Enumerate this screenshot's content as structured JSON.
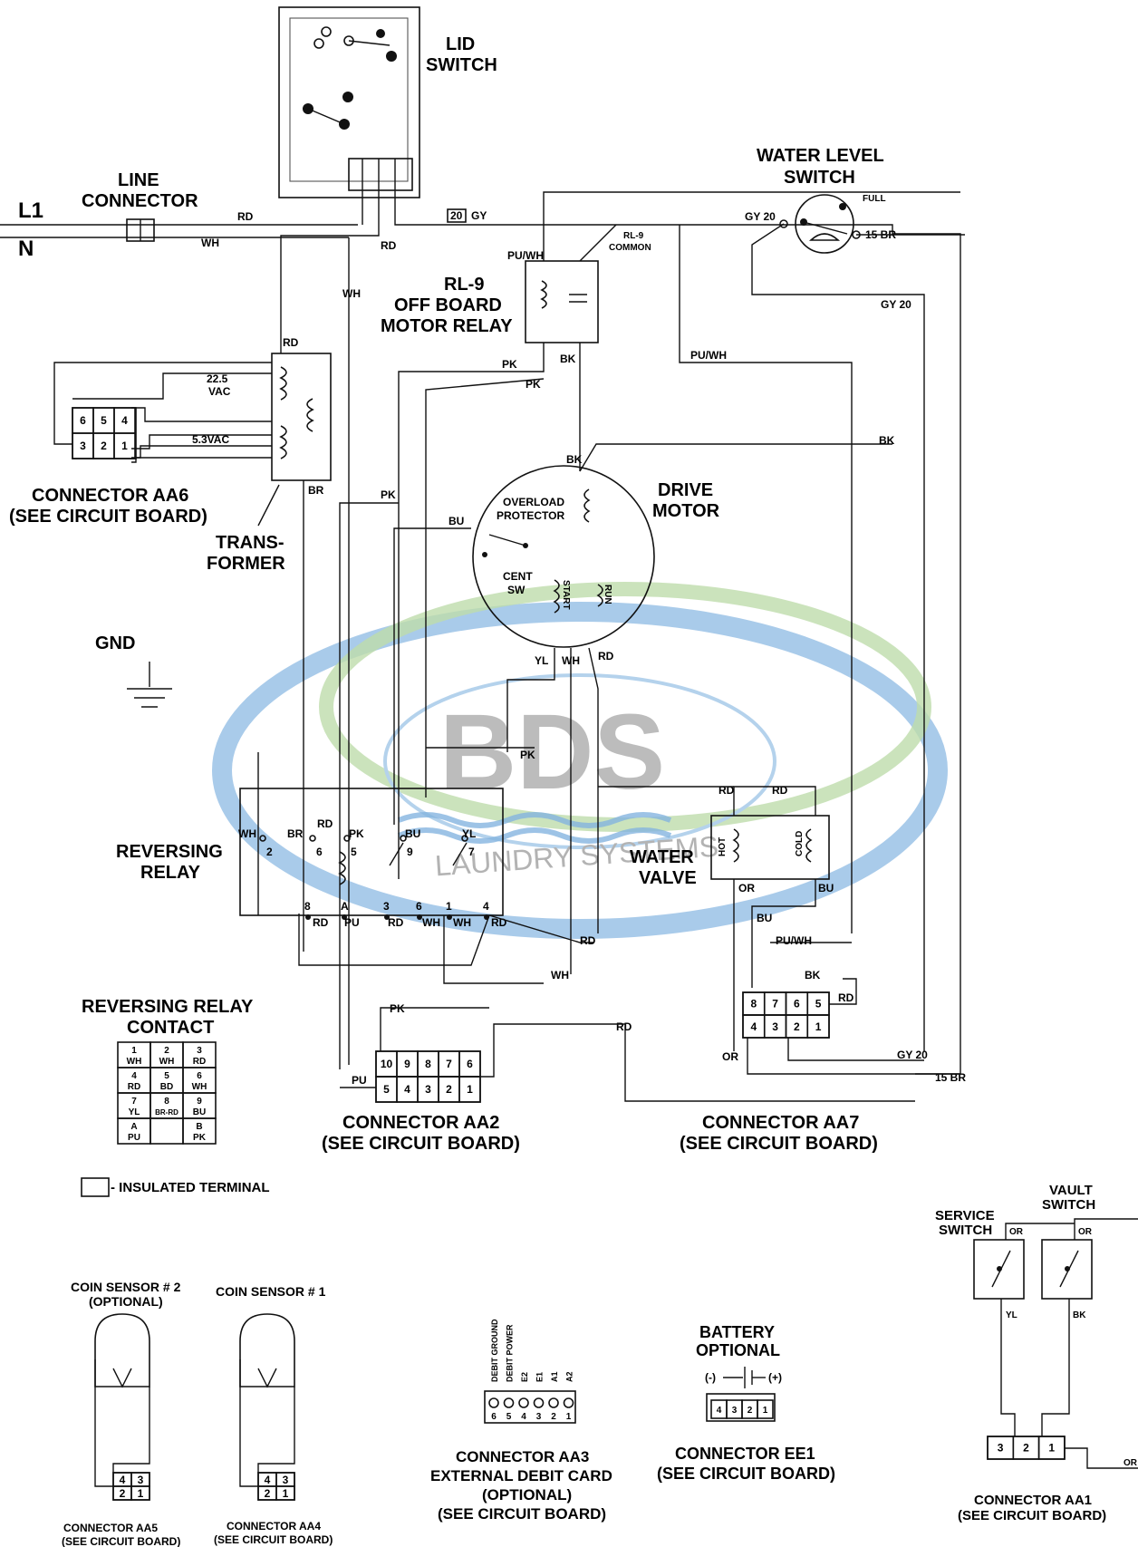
{
  "labels": {
    "lid_switch": [
      "LID",
      "SWITCH"
    ],
    "line_connector": [
      "LINE",
      "CONNECTOR"
    ],
    "l1": "L1",
    "n": "N",
    "water_level_switch": [
      "WATER LEVEL",
      "SWITCH"
    ],
    "full": "FULL",
    "rl9": [
      "RL-9",
      "OFF BOARD",
      "MOTOR RELAY"
    ],
    "rl9_common": [
      "RL-9",
      "COMMON"
    ],
    "connector_aa6": [
      "CONNECTOR AA6",
      "(SEE CIRCUIT BOARD)"
    ],
    "transformer": [
      "TRANS-",
      "FORMER"
    ],
    "vac_22": [
      "22.5",
      "VAC"
    ],
    "vac_53": "5.3VAC",
    "drive_motor": [
      "DRIVE",
      "MOTOR"
    ],
    "overload_protector": [
      "OVERLOAD",
      "PROTECTOR"
    ],
    "cent_sw": [
      "CENT",
      "SW"
    ],
    "start": "START",
    "run": "RUN",
    "gnd": "GND",
    "reversing_relay": [
      "REVERSING",
      "RELAY"
    ],
    "water_valve": [
      "WATER",
      "VALVE"
    ],
    "hot": "HOT",
    "cold": "COLD",
    "reversing_relay_contact": [
      "REVERSING RELAY",
      "CONTACT"
    ],
    "connector_aa2": [
      "CONNECTOR AA2",
      "(SEE CIRCUIT BOARD)"
    ],
    "connector_aa7": [
      "CONNECTOR AA7",
      "(SEE CIRCUIT BOARD)"
    ],
    "insulated_terminal": "- INSULATED TERMINAL",
    "coin_sensor_2": [
      "COIN SENSOR # 2",
      "(OPTIONAL)"
    ],
    "coin_sensor_1": "COIN SENSOR # 1",
    "connector_aa5": [
      "CONNECTOR AA5",
      "(SEE CIRCUIT BOARD)"
    ],
    "connector_aa4": [
      "CONNECTOR AA4",
      "(SEE CIRCUIT BOARD)"
    ],
    "debit_pins": [
      "DEBIT GROUND",
      "DEBIT POWER",
      "E2",
      "E1",
      "A1",
      "A2"
    ],
    "connector_aa3": [
      "CONNECTOR AA3",
      "EXTERNAL DEBIT CARD",
      "(OPTIONAL)",
      "(SEE CIRCUIT BOARD)"
    ],
    "battery": [
      "BATTERY",
      "OPTIONAL"
    ],
    "battery_polarity": [
      "(-)",
      "(+)"
    ],
    "connector_ee1": [
      "CONNECTOR EE1",
      "(SEE CIRCUIT BOARD)"
    ],
    "service_switch": [
      "SERVICE",
      "SWITCH"
    ],
    "vault_switch": [
      "VAULT",
      "SWITCH"
    ],
    "connector_aa1": [
      "CONNECTOR AA1",
      "(SEE CIRCUIT BOARD)"
    ]
  },
  "wire_labels": {
    "rd": "RD",
    "wh": "WH",
    "gy": "GY",
    "gy20_box": "20",
    "gy20": "GY 20",
    "br15": "15 BR",
    "puwh": "PU/WH",
    "pk": "PK",
    "bk": "BK",
    "br": "BR",
    "bu": "BU",
    "yl": "YL",
    "pu": "PU",
    "or": "OR"
  },
  "pins": {
    "aa6": [
      "6",
      "5",
      "4",
      "3",
      "2",
      "1"
    ],
    "aa2_top": [
      "10",
      "9",
      "8",
      "7",
      "6"
    ],
    "aa2_bottom": [
      "5",
      "4",
      "3",
      "2",
      "1"
    ],
    "aa7_top": [
      "8",
      "7",
      "6",
      "5"
    ],
    "aa7_bottom": [
      "4",
      "3",
      "2",
      "1"
    ],
    "aa3": [
      "6",
      "5",
      "4",
      "3",
      "2",
      "1"
    ],
    "ee1": [
      "4",
      "3",
      "2",
      "1"
    ],
    "aa1": [
      "3",
      "2",
      "1"
    ],
    "sensor": [
      "4",
      "3",
      "2",
      "1"
    ],
    "relay_top": [
      "2",
      "6",
      "5",
      "9",
      "7"
    ],
    "relay_bottom": [
      "8",
      "A",
      "3",
      "6",
      "1",
      "4"
    ]
  },
  "contact_table": [
    [
      [
        "1",
        "WH"
      ],
      [
        "2",
        "WH"
      ],
      [
        "3",
        "RD"
      ]
    ],
    [
      [
        "4",
        "RD"
      ],
      [
        "5",
        "BD"
      ],
      [
        "6",
        "WH"
      ]
    ],
    [
      [
        "7",
        "YL"
      ],
      [
        "8",
        "BR-RD"
      ],
      [
        "9",
        "BU"
      ]
    ],
    [
      [
        "A",
        "PU"
      ],
      [
        "",
        ""
      ],
      [
        "B",
        "PK"
      ]
    ]
  ],
  "watermark": {
    "brand": "BDS",
    "tagline": "LAUNDRY SYSTEMS",
    "blue": "#5b9bd5",
    "green": "#a9d18e"
  }
}
